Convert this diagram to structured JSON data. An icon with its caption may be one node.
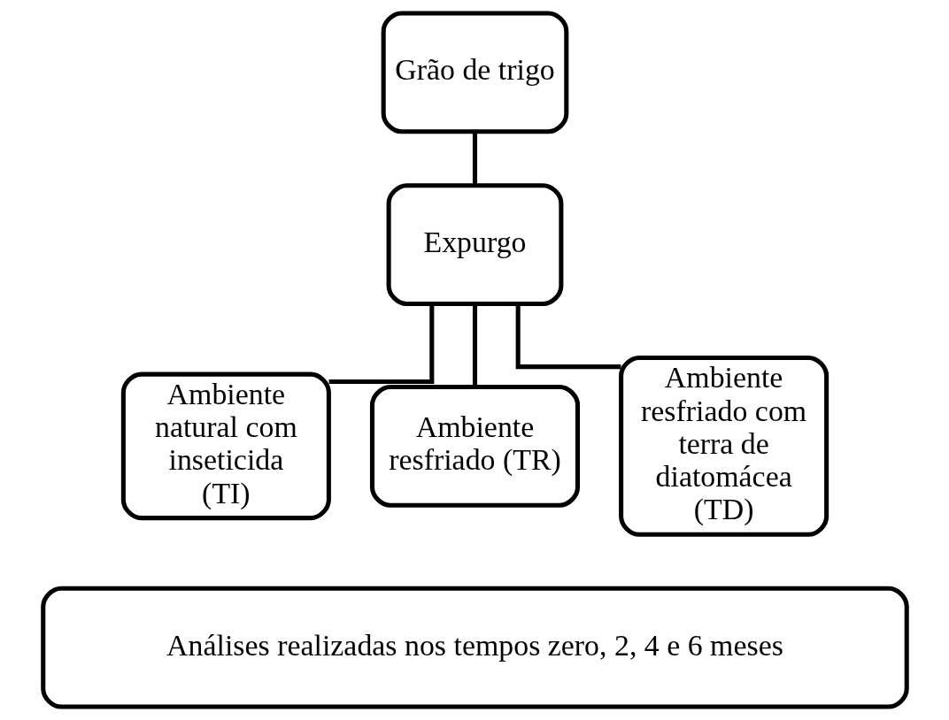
{
  "diagram": {
    "nodes": [
      {
        "text": [
          "Grão de trigo"
        ]
      },
      {
        "text": [
          "Expurgo"
        ]
      },
      {
        "text": [
          "Ambiente natural com inseticida (TI)"
        ]
      },
      {
        "text": [
          "Ambiente resfriado (TR)"
        ]
      },
      {
        "text": [
          "Ambiente resfriado com terra de diatomácea  (TD)"
        ]
      },
      {
        "text": [
          "Análises realizadas nos tempos zero, 2, 4 e 6 meses"
        ]
      }
    ],
    "edges": [
      {
        "from": 0,
        "to": 1,
        "arrow": "none"
      },
      {
        "from": 1,
        "to": 2,
        "arrow": "none"
      },
      {
        "from": 1,
        "to": 3,
        "arrow": "none"
      },
      {
        "from": 1,
        "to": 4,
        "arrow": "none"
      }
    ]
  }
}
